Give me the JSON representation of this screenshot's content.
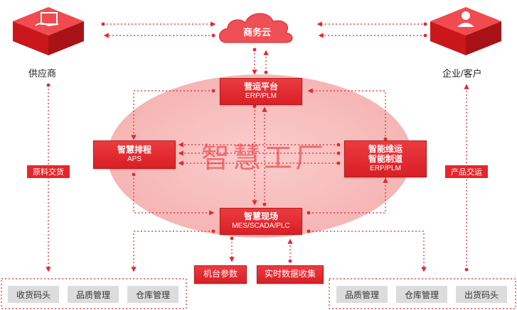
{
  "cloud": {
    "label": "商务云"
  },
  "supplier": {
    "label": "供应商"
  },
  "customer": {
    "label": "企业/客户"
  },
  "center": {
    "watermark": "智慧工厂"
  },
  "ops_platform": {
    "line1": "营运平台",
    "line2": "ERP/PLM"
  },
  "scheduling": {
    "line1": "智慧排程",
    "line2": "APS"
  },
  "smart_ops": {
    "line1": "智能维运",
    "line2": "智能制道",
    "line3": "ERP/PLM"
  },
  "smart_site": {
    "line1": "智慧现场",
    "line2": "MES/SCADA/PLC"
  },
  "left_tag": {
    "label": "原料交货"
  },
  "right_tag": {
    "label": "产品交运"
  },
  "machine_params": {
    "label": "机台参数"
  },
  "realtime_data": {
    "label": "实时数据收集"
  },
  "left_group": {
    "items": [
      "收货码头",
      "品质管理",
      "仓库管理"
    ]
  },
  "right_group": {
    "items": [
      "品质管理",
      "仓库管理",
      "出货码头"
    ]
  },
  "colors": {
    "accent": "#e6262b",
    "ellipse": "#f7b8b8",
    "grey_box": "#dcdcdc"
  }
}
